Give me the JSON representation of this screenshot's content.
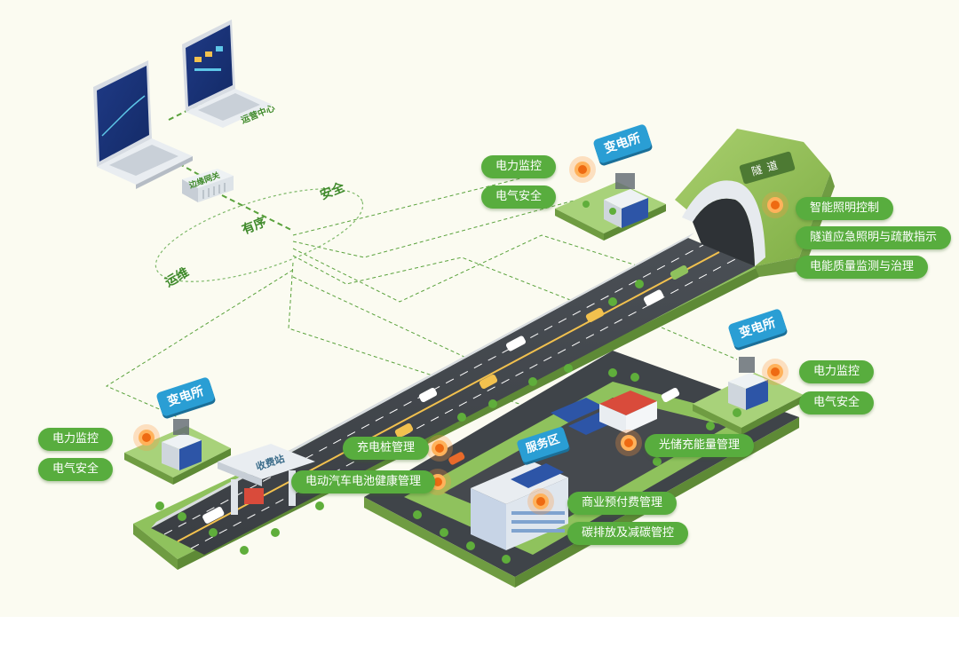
{
  "colors": {
    "accent_green": "#58ad3e",
    "sign_blue": "#2a9ed4",
    "sensor_orange": "#ee6a12",
    "background": "#fbfbf1",
    "dash_line": "#5aa23c"
  },
  "network": {
    "gateway_label": "边缘网关",
    "ops_center_label": "运营中心",
    "ring_words": [
      "运维",
      "有序",
      "安全"
    ]
  },
  "substations": {
    "label": "变电所",
    "top": {
      "items": [
        "电力监控",
        "电气安全"
      ]
    },
    "right": {
      "items": [
        "电力监控",
        "电气安全"
      ]
    },
    "left": {
      "items": [
        "电力监控",
        "电气安全"
      ]
    }
  },
  "tunnel": {
    "label": "隧道",
    "items": [
      "智能照明控制",
      "隧道应急照明与疏散指示",
      "电能质量监测与治理"
    ]
  },
  "toll_station": {
    "label": "收费站"
  },
  "service_area": {
    "label": "服务区",
    "items": [
      "充电桩管理",
      "电动汽车电池健康管理",
      "光储充能量管理",
      "商业预付费管理",
      "碳排放及减碳管控"
    ]
  },
  "icons": [
    "laptop-icon",
    "gateway-icon",
    "sensor-icon",
    "substation-icon",
    "tunnel-icon",
    "car-icon",
    "tree-icon",
    "solar-panel-icon",
    "building-icon"
  ]
}
